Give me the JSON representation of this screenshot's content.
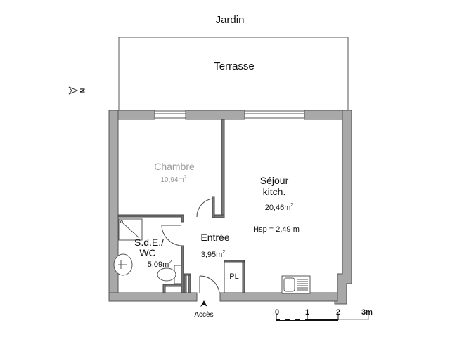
{
  "plan": {
    "outside_top": "Jardin",
    "terrace": "Terrasse",
    "north_label": "N",
    "access_label": "Accès",
    "colors": {
      "wall_fill": "#a8a8a8",
      "wall_stroke": "#555555",
      "line": "#444444"
    }
  },
  "rooms": {
    "chambre": {
      "name": "Chambre",
      "area": "10,94m",
      "area_unit_sup": "2"
    },
    "sejour": {
      "name_line1": "Séjour",
      "name_line2": "kitch.",
      "area": "20,46m",
      "area_unit_sup": "2",
      "ceiling_height": "Hsp = 2,49 m"
    },
    "sde": {
      "name_line1": "S.d.E./",
      "name_line2": "WC",
      "area": "5,09m",
      "area_unit_sup": "2"
    },
    "entree": {
      "name": "Entrée",
      "area": "3,95m",
      "area_unit_sup": "2"
    },
    "placard": {
      "name": "PL"
    }
  },
  "scale_bar": {
    "ticks": [
      "0",
      "1",
      "2",
      "3m"
    ]
  }
}
